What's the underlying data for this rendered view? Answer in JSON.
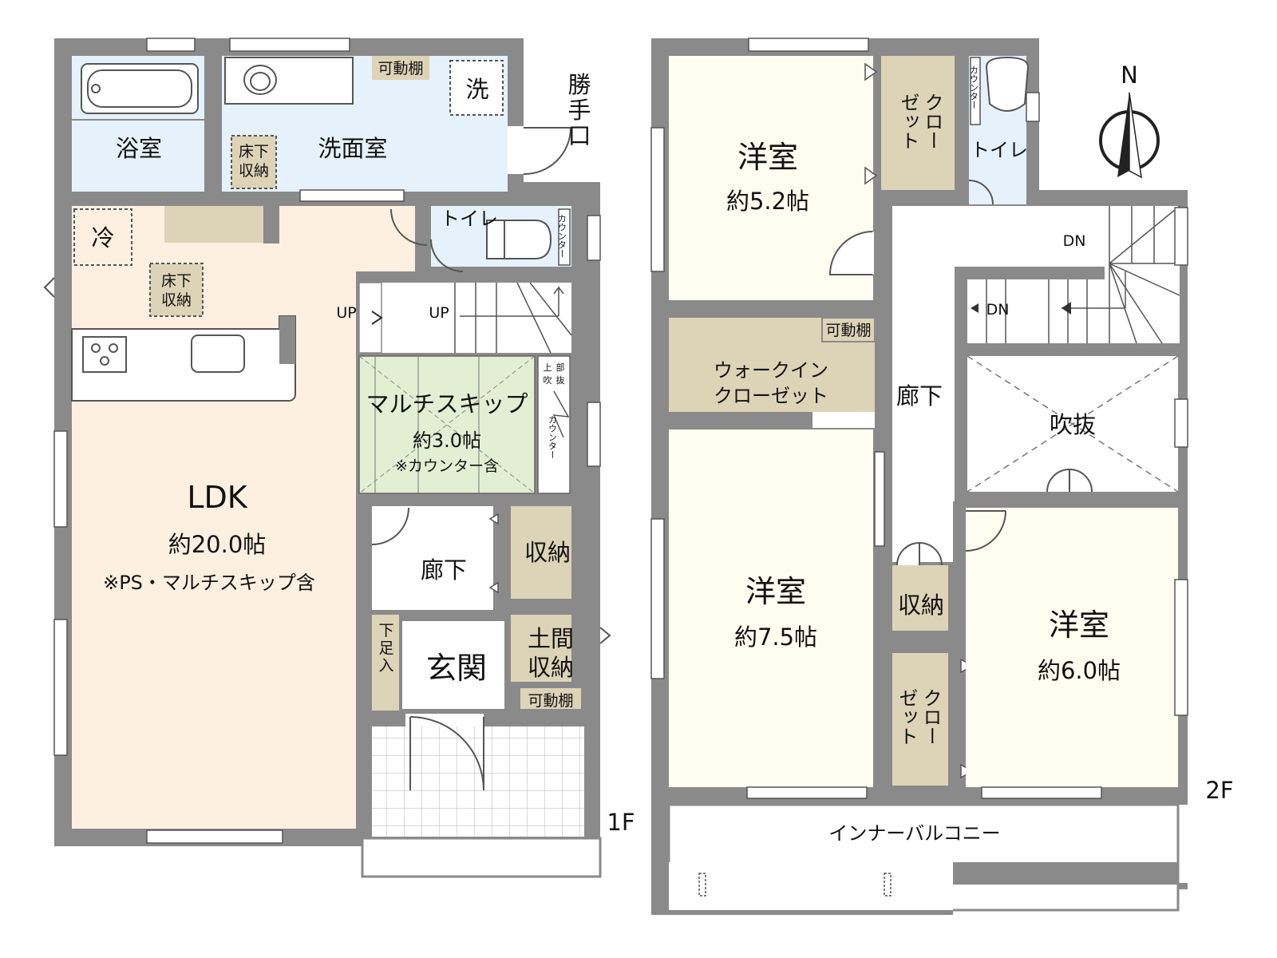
{
  "floor1": {
    "label": "1F",
    "bath": "浴室",
    "washroom": "洗面室",
    "movable_shelf_top": "可動棚",
    "washer": "洗",
    "back_door": [
      "勝",
      "手",
      "口"
    ],
    "underfloor_1": [
      "床下",
      "収納"
    ],
    "fridge": "冷",
    "underfloor_2": [
      "床下",
      "収納"
    ],
    "toilet": "トイレ",
    "counter_small": "カウンター",
    "up_left": "UP",
    "up_stair": "UP",
    "multi_skip": "マルチスキップ",
    "multi_skip_size": "約3.0帖",
    "multi_skip_note": "※カウンター含",
    "void_above": [
      "上",
      "部",
      "吹",
      "抜"
    ],
    "counter_vertical": "カウンター",
    "ldk": "LDK",
    "ldk_size": "約20.0帖",
    "ldk_note": "※PS・マルチスキップ含",
    "hall": "廊下",
    "storage": "収納",
    "shoe": [
      "下",
      "足",
      "入"
    ],
    "entrance": "玄関",
    "earth_storage": [
      "土間",
      "収納"
    ],
    "movable_shelf_bottom": "可動棚"
  },
  "floor2": {
    "label": "2F",
    "room1": "洋室",
    "room1_size": "約5.2帖",
    "closet1": [
      "クロー",
      "ゼット"
    ],
    "counter_small": "カウンター",
    "toilet": "トイレ",
    "compass": "N",
    "dn_top": "DN",
    "dn_mid_left": "DN",
    "movable_shelf": "可動棚",
    "wic": [
      "ウォークイン",
      "クローゼット"
    ],
    "hall": "廊下",
    "void": "吹抜",
    "room2": "洋室",
    "room2_size": "約7.5帖",
    "storage": "収納",
    "room3": "洋室",
    "room3_size": "約6.0帖",
    "closet2": [
      "クロー",
      "ゼット"
    ],
    "balcony": "インナーバルコニー"
  },
  "colors": {
    "wall": "#8a8a8a",
    "wet_area": "#e6f2fb",
    "ldk": "#fdf0e1",
    "bedroom": "#fffdf0",
    "storage": "#ddd3b7",
    "multi_skip": "#e3efd3",
    "hall": "#ffffff"
  }
}
